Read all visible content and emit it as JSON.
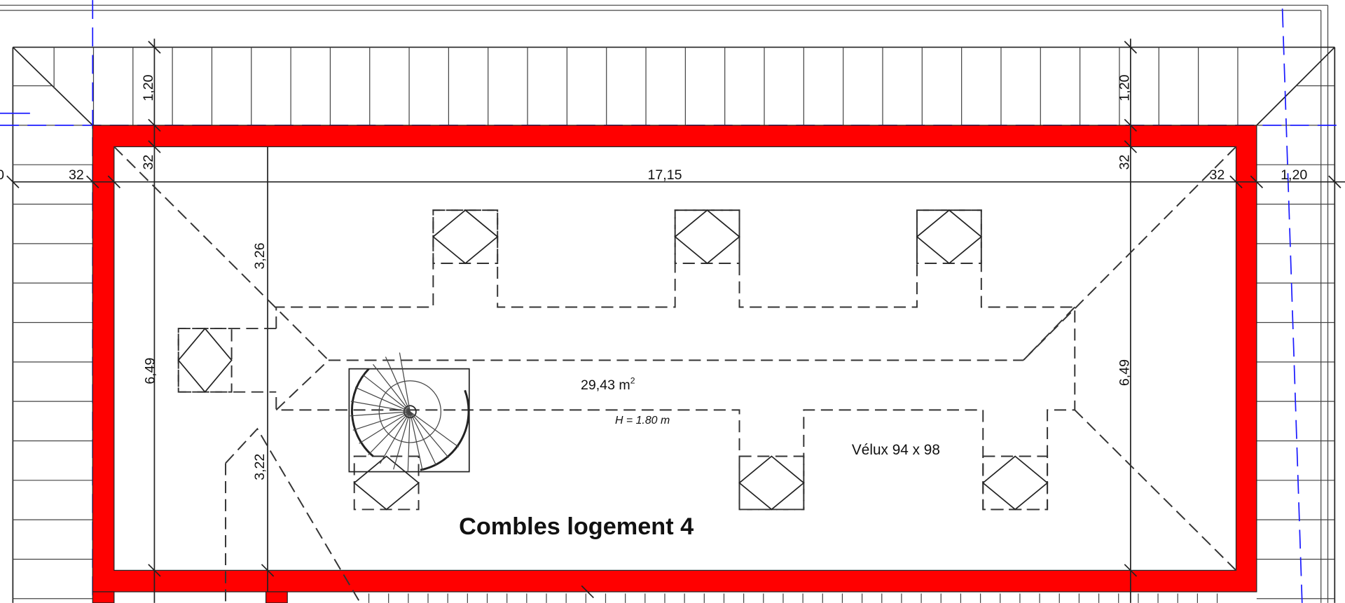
{
  "plan": {
    "room_title": "Combles logement 4",
    "area": "29,43 m",
    "area_unit_sup": "2",
    "height": "H = 1.80 m",
    "velux_label": "Vélux 94 x 98",
    "wall_color": "#ff0000",
    "axis_color": "#1a1aff"
  },
  "dimensions": {
    "top_left_overhang": "1,20",
    "top_right_overhang": "1,20",
    "top_left_wall": "32",
    "top_right_wall": "32",
    "left_edge": "0",
    "left_wall": "32",
    "overall_length": "17,15",
    "right_wall": "32",
    "right_overhang": "1,20",
    "left_upper_slope": "3,26",
    "left_height": "6,49",
    "right_height": "6,49",
    "left_lower_slope": "3,22"
  }
}
